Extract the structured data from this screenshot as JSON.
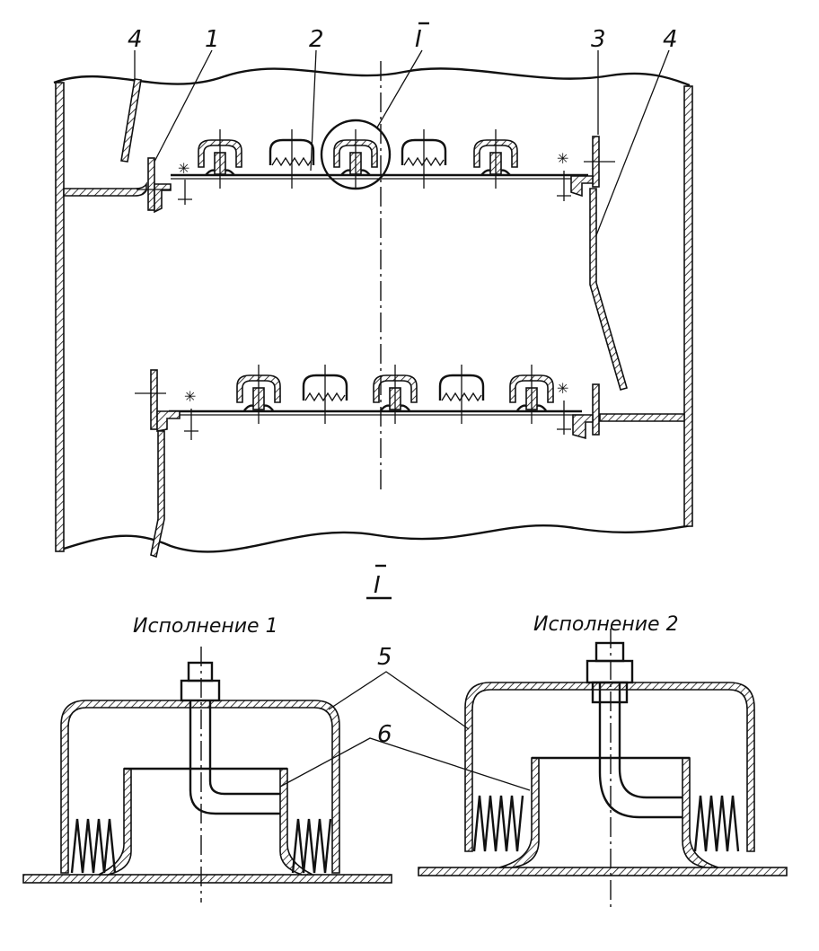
{
  "labels": {
    "pos_4_left": "4",
    "pos_1": "1",
    "pos_2": "2",
    "pos_I": "I",
    "pos_3": "3",
    "pos_4_right": "4",
    "detail_title": "I",
    "pos_5": "5",
    "pos_6": "6"
  },
  "captions": {
    "variant_1": "Исполнение 1",
    "variant_2": "Исполнение 2"
  }
}
